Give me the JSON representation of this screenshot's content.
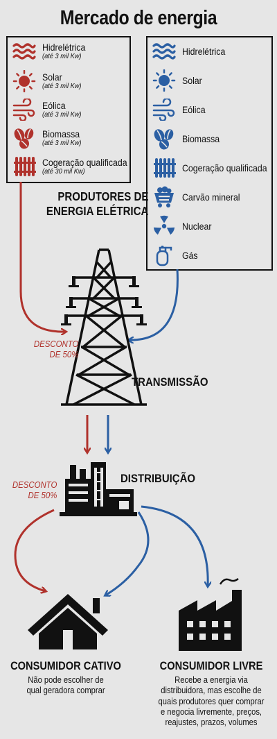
{
  "title": "Mercado de energia",
  "colors": {
    "red": "#b0322c",
    "blue": "#2b5fa3",
    "black": "#111111",
    "background": "#e6e6e6"
  },
  "left_box": {
    "items": [
      {
        "icon": "waves-icon",
        "name": "Hidrelétrica",
        "limit": "(até 3 mil Kw)"
      },
      {
        "icon": "sun-icon",
        "name": "Solar",
        "limit": "(até 3 mil Kw)"
      },
      {
        "icon": "wind-icon",
        "name": "Eólica",
        "limit": "(até 3 mil Kw)"
      },
      {
        "icon": "beans-icon",
        "name": "Biomassa",
        "limit": "(até 3 mil Kw)"
      },
      {
        "icon": "radiator-icon",
        "name": "Cogeração qualificada",
        "limit": "(até 30 mil Kw)"
      }
    ]
  },
  "right_box": {
    "items": [
      {
        "icon": "waves-icon",
        "name": "Hidrelétrica"
      },
      {
        "icon": "sun-icon",
        "name": "Solar"
      },
      {
        "icon": "wind-icon",
        "name": "Eólica"
      },
      {
        "icon": "beans-icon",
        "name": "Biomassa"
      },
      {
        "icon": "radiator-icon",
        "name": "Cogeração qualificada"
      },
      {
        "icon": "mine-cart-icon",
        "name": "Carvão mineral"
      },
      {
        "icon": "radiation-icon",
        "name": "Nuclear"
      },
      {
        "icon": "gas-cylinder-icon",
        "name": "Gás"
      }
    ]
  },
  "producers_label": {
    "line1": "PRODUTORES DE",
    "line2": "ENERGIA ELÉTRICA"
  },
  "transmission": {
    "label": "TRANSMISSÃO",
    "discount": {
      "line1": "DESCONTO",
      "line2": "DE 50%"
    }
  },
  "distribution": {
    "label": "DISTRIBUIÇÃO",
    "discount": {
      "line1": "DESCONTO",
      "line2": "DE 50%"
    }
  },
  "captive_consumer": {
    "title": "CONSUMIDOR CATIVO",
    "desc1": "Não pode escolher de",
    "desc2": "qual geradora comprar"
  },
  "free_consumer": {
    "title": "CONSUMIDOR LIVRE",
    "desc1": "Recebe a energia via",
    "desc2": "distribuidora, mas escolhe de",
    "desc3": "quais produtores quer comprar",
    "desc4": "e negocia livremente, preços,",
    "desc5": "reajustes, prazos, volumes"
  }
}
